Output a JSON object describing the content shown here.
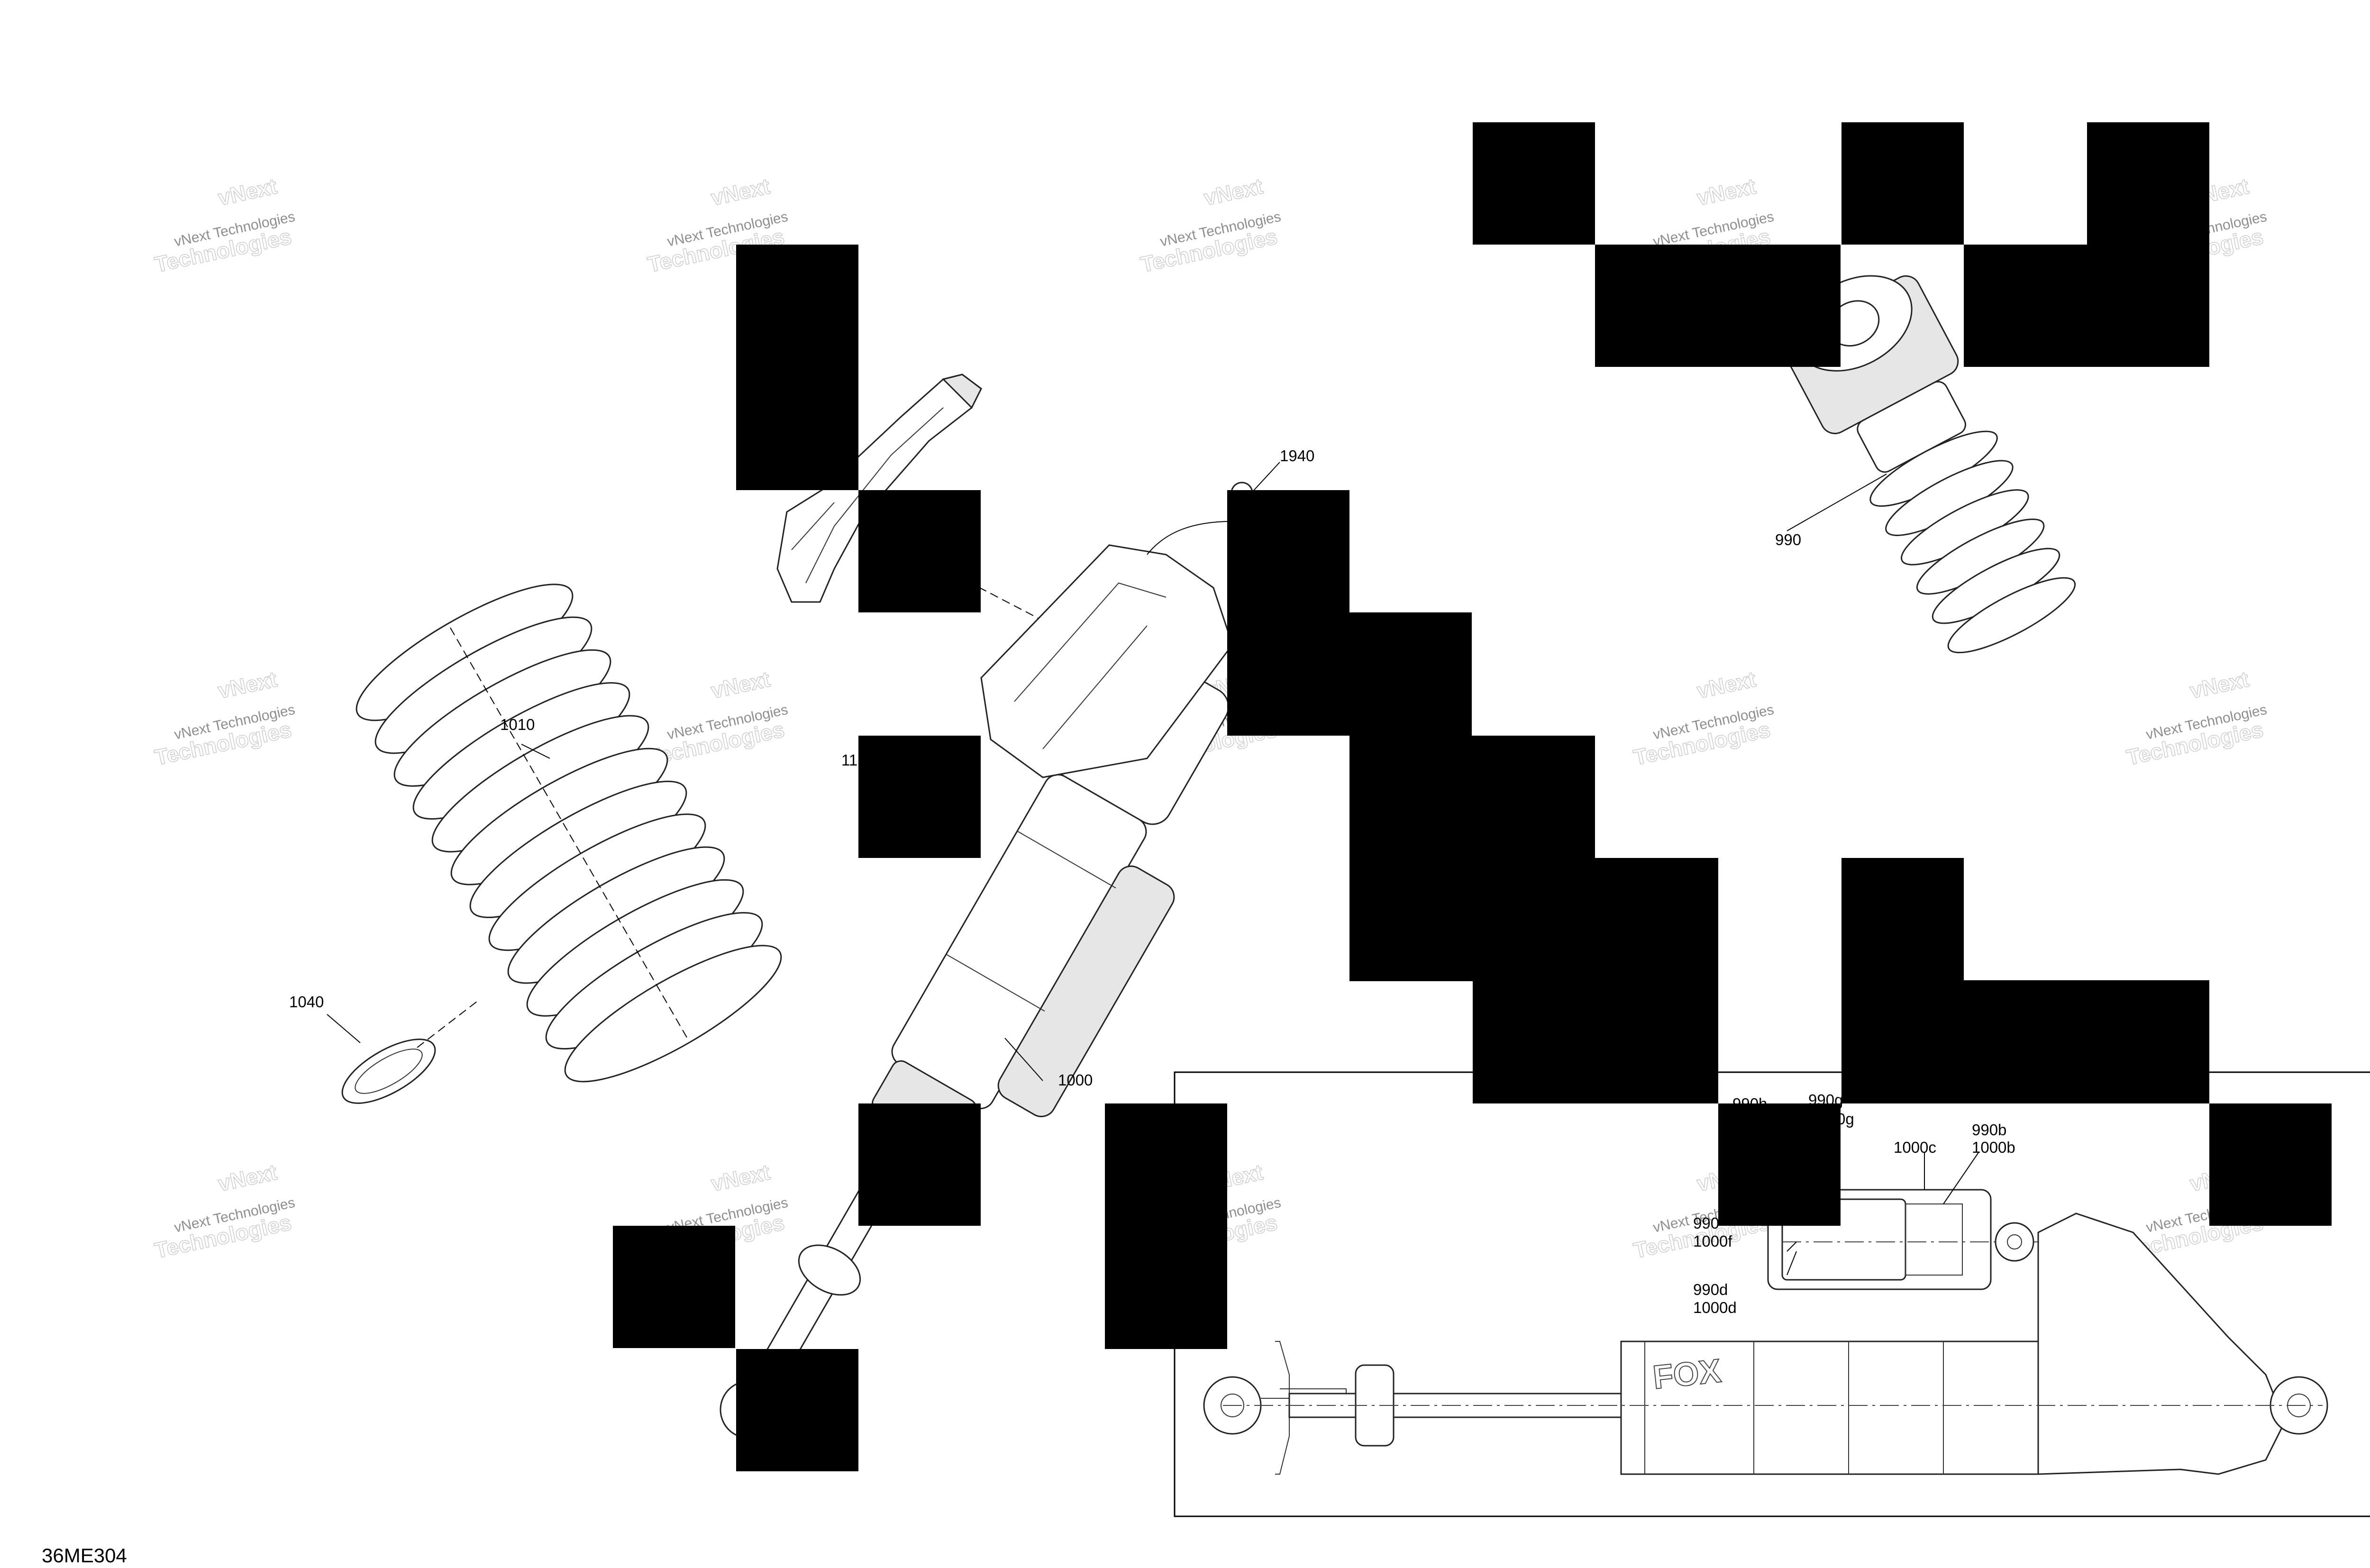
{
  "watermark": {
    "line1": "vNext",
    "line2": "vNext Technologies",
    "line3": "Technologies"
  },
  "callouts": {
    "c1940": "1940",
    "c1000": "1000",
    "c1010": "1010",
    "c1040": "1040",
    "c990": "990",
    "c990b": "990b",
    "c1000b": "1000b",
    "c1000c": "1000c",
    "c990d": "990d",
    "c1000d": "1000d",
    "c1000f": "1000f"
  },
  "partial_labels": {
    "p0": "0",
    "p11": "11",
    "p990g": "990g",
    "p0g": "0g",
    "p990f": "990",
    "p990h": "990h"
  },
  "figure_code": "36ME304"
}
